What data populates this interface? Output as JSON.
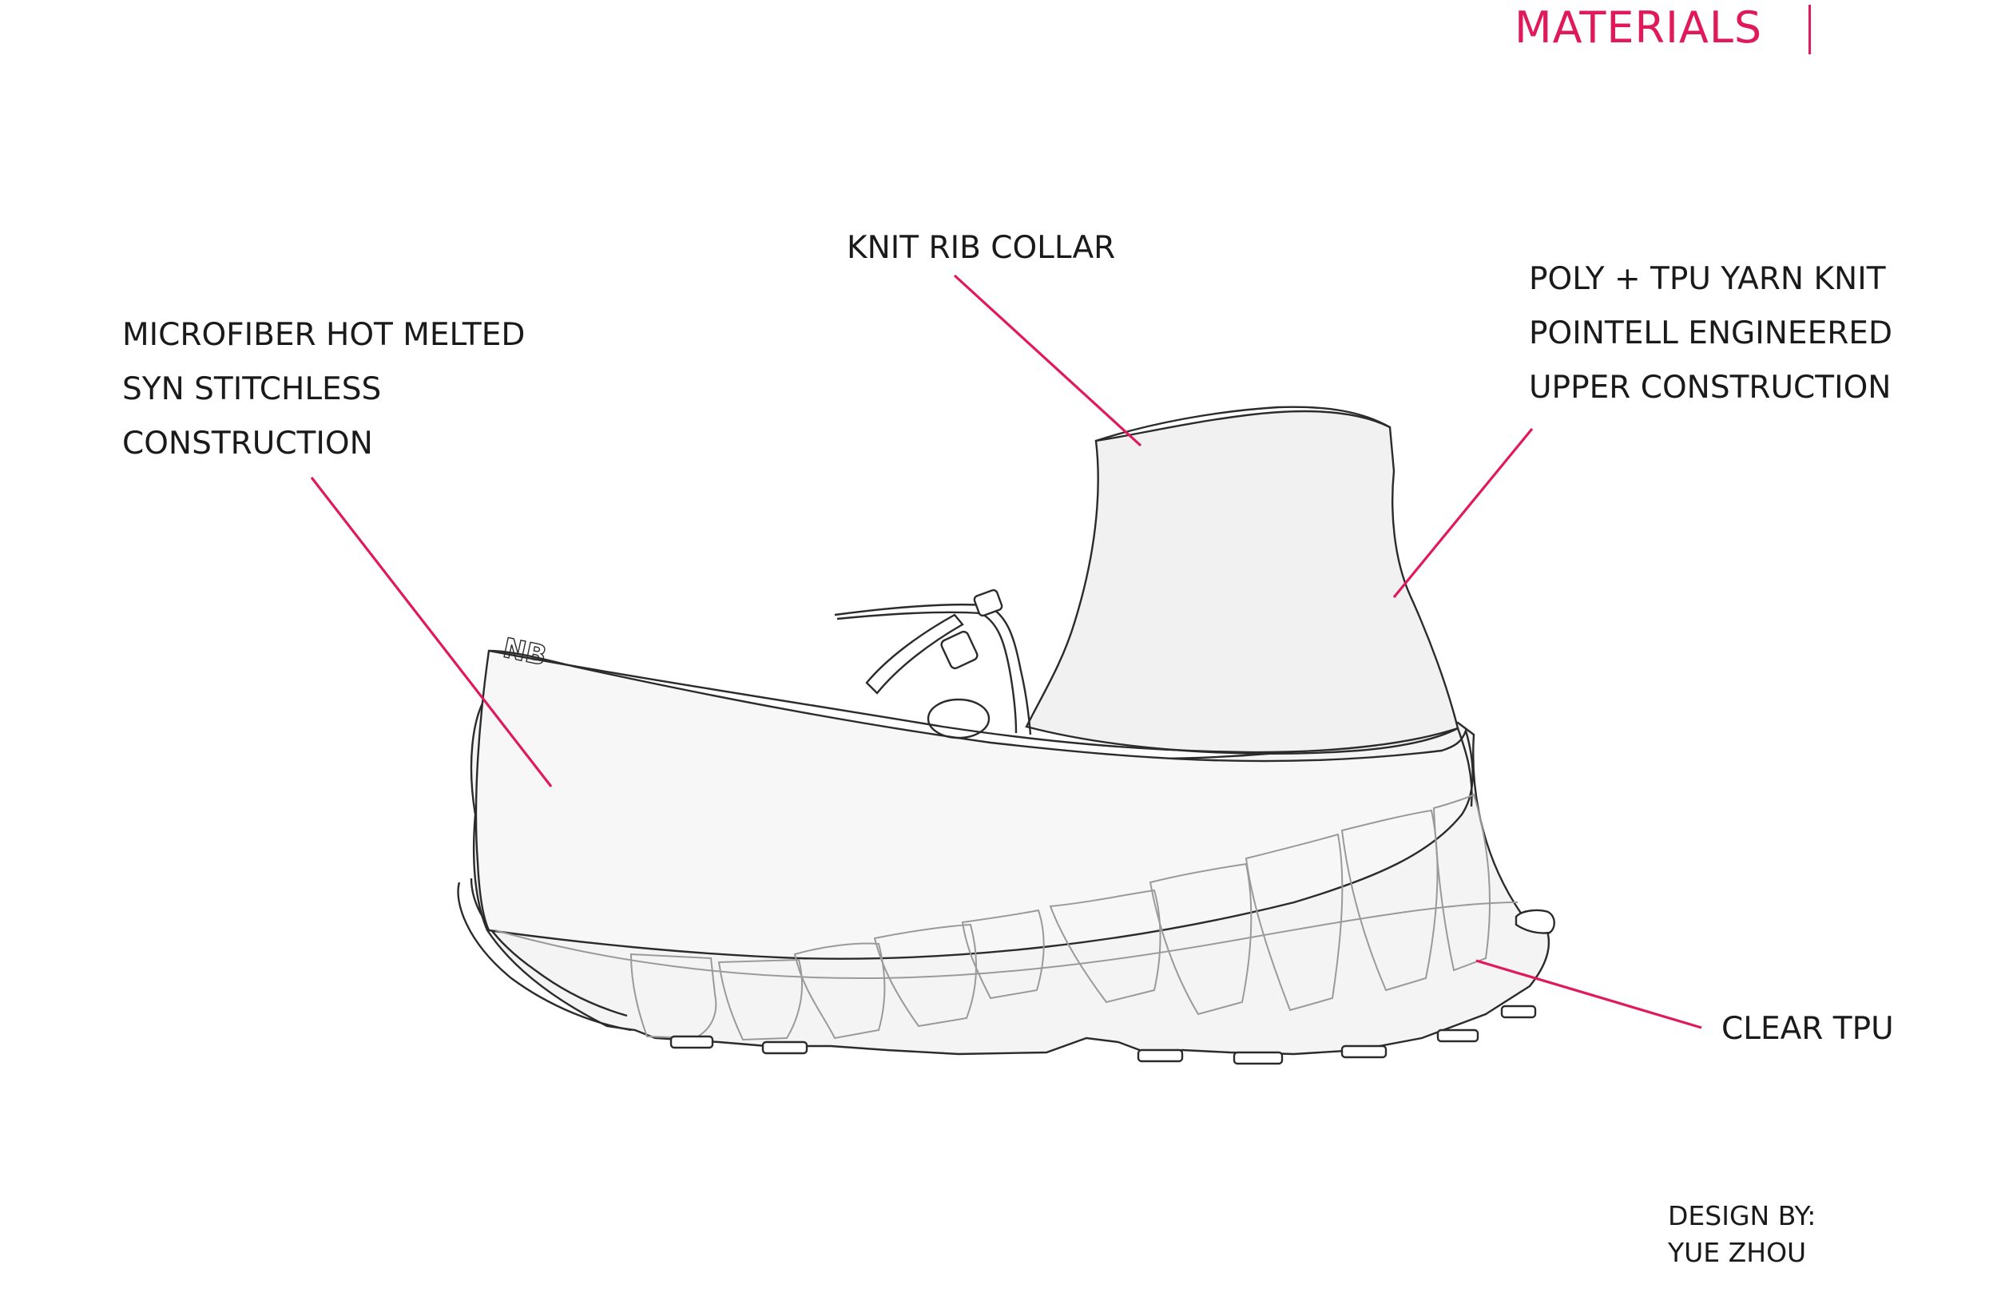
{
  "header": {
    "title": "MATERIALS"
  },
  "callouts": {
    "collar": [
      "KNIT RIB COLLAR"
    ],
    "upper": [
      "POLY + TPU YARN KNIT",
      "POINTELL ENGINEERED",
      "UPPER CONSTRUCTION"
    ],
    "microfiber": [
      "MICROFIBER HOT MELTED",
      "SYN STITCHLESS",
      "CONSTRUCTION"
    ],
    "tpu": [
      "CLEAR TPU"
    ]
  },
  "credit": {
    "line1": "DESIGN BY:",
    "line2": "YUE ZHOU"
  },
  "colors": {
    "accent": "#e0195a",
    "ink": "#1a1a1a",
    "outline": "#2b2b2b",
    "fill": "#f6f6f6"
  }
}
